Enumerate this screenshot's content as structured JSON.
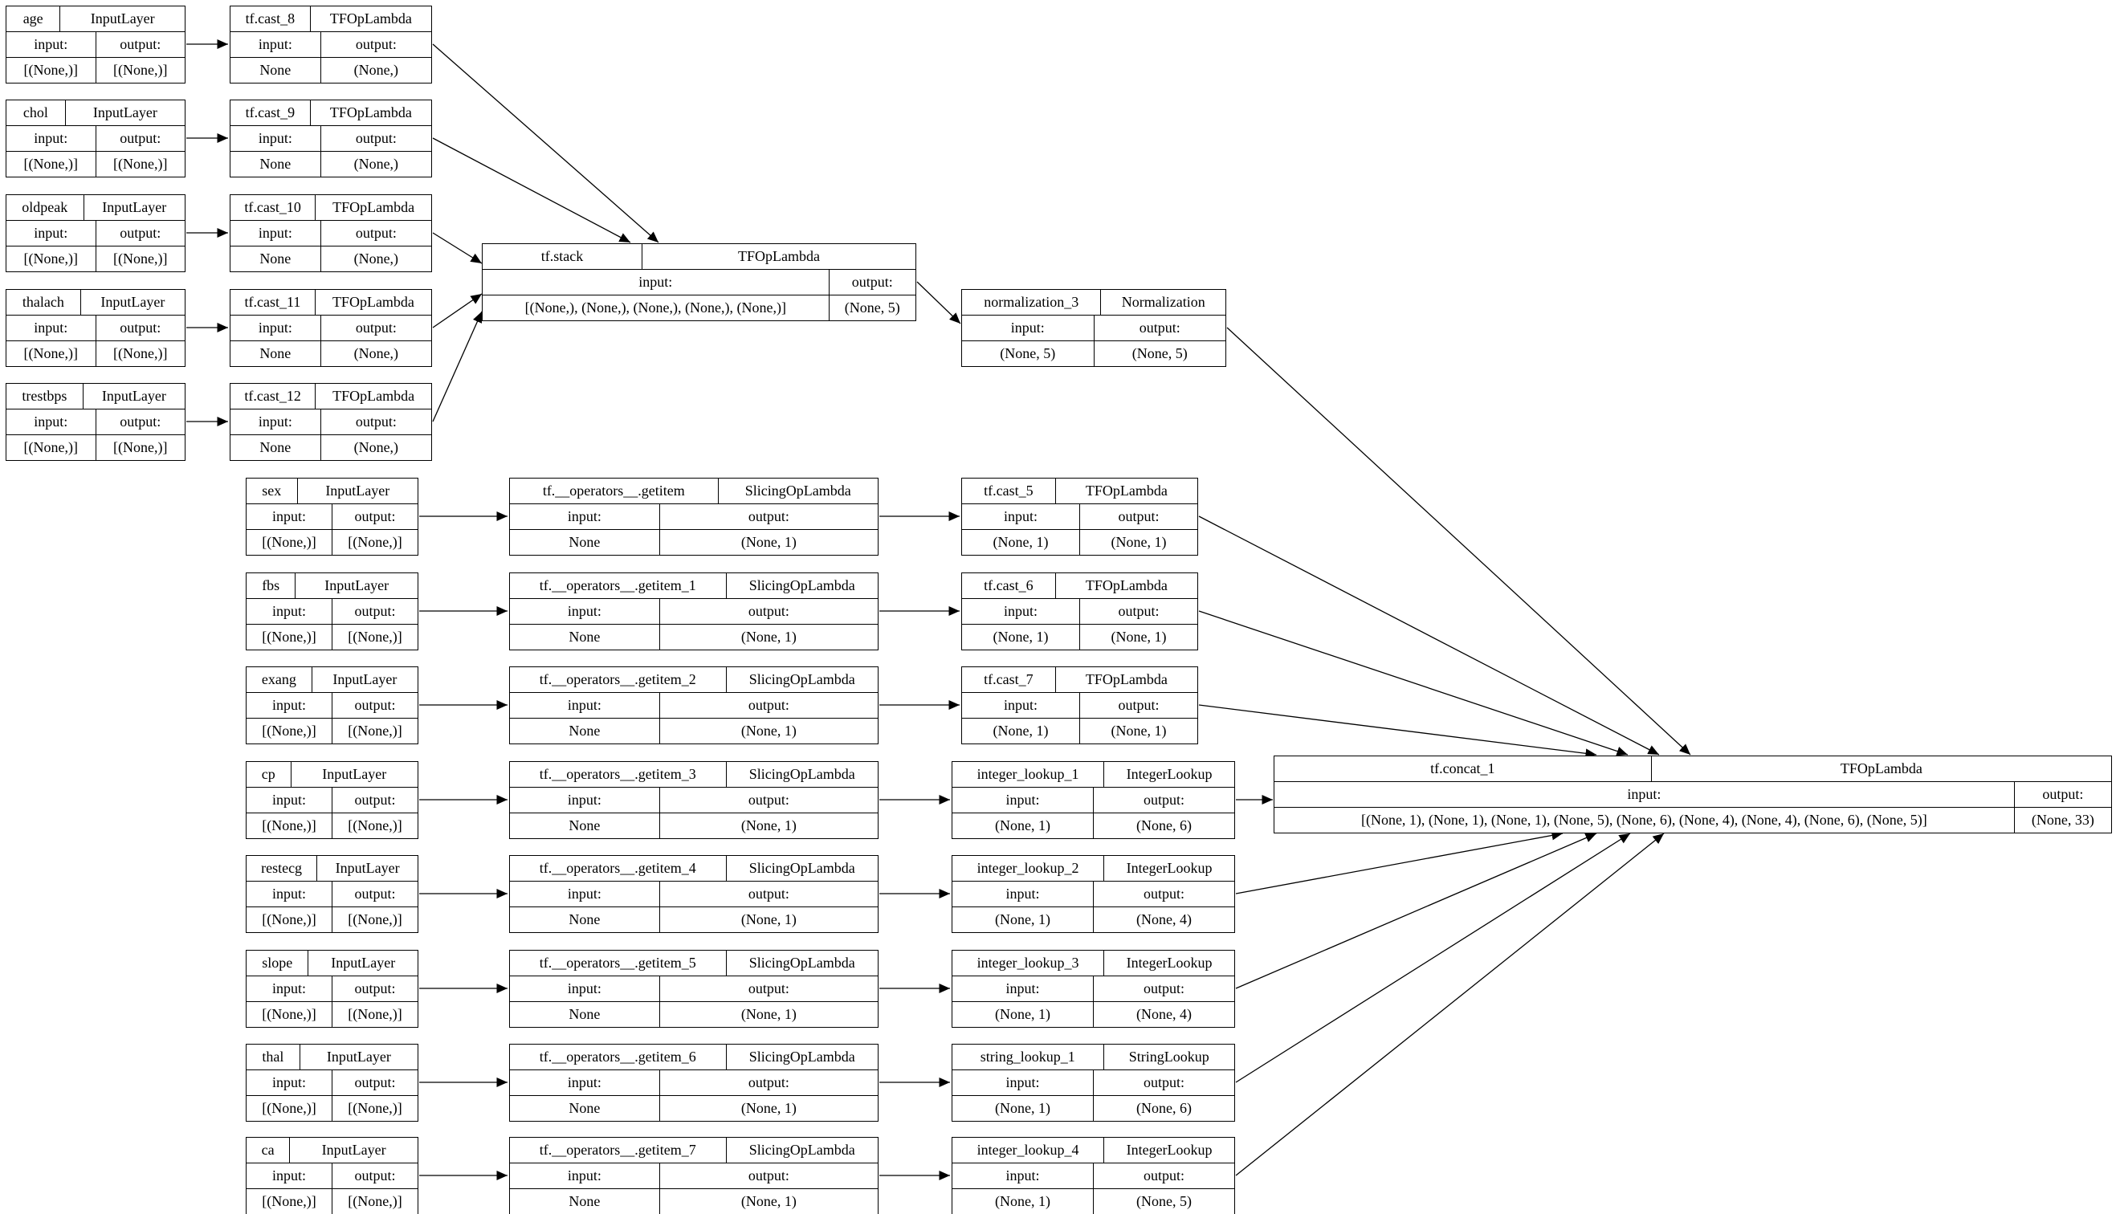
{
  "labels": {
    "input": "input:",
    "output": "output:"
  },
  "nodes": [
    {
      "id": "age",
      "name": "age",
      "type": "InputLayer",
      "input": "[(None,)]",
      "output": "[(None,)]"
    },
    {
      "id": "cast8",
      "name": "tf.cast_8",
      "type": "TFOpLambda",
      "input": "None",
      "output": "(None,)"
    },
    {
      "id": "chol",
      "name": "chol",
      "type": "InputLayer",
      "input": "[(None,)]",
      "output": "[(None,)]"
    },
    {
      "id": "cast9",
      "name": "tf.cast_9",
      "type": "TFOpLambda",
      "input": "None",
      "output": "(None,)"
    },
    {
      "id": "oldpeak",
      "name": "oldpeak",
      "type": "InputLayer",
      "input": "[(None,)]",
      "output": "[(None,)]"
    },
    {
      "id": "cast10",
      "name": "tf.cast_10",
      "type": "TFOpLambda",
      "input": "None",
      "output": "(None,)"
    },
    {
      "id": "thalach",
      "name": "thalach",
      "type": "InputLayer",
      "input": "[(None,)]",
      "output": "[(None,)]"
    },
    {
      "id": "cast11",
      "name": "tf.cast_11",
      "type": "TFOpLambda",
      "input": "None",
      "output": "(None,)"
    },
    {
      "id": "trestbps",
      "name": "trestbps",
      "type": "InputLayer",
      "input": "[(None,)]",
      "output": "[(None,)]"
    },
    {
      "id": "cast12",
      "name": "tf.cast_12",
      "type": "TFOpLambda",
      "input": "None",
      "output": "(None,)"
    },
    {
      "id": "stack",
      "name": "tf.stack",
      "type": "TFOpLambda",
      "input": "[(None,), (None,), (None,), (None,), (None,)]",
      "output": "(None, 5)"
    },
    {
      "id": "norm",
      "name": "normalization_3",
      "type": "Normalization",
      "input": "(None, 5)",
      "output": "(None, 5)"
    },
    {
      "id": "sex",
      "name": "sex",
      "type": "InputLayer",
      "input": "[(None,)]",
      "output": "[(None,)]"
    },
    {
      "id": "getitem",
      "name": "tf.__operators__.getitem",
      "type": "SlicingOpLambda",
      "input": "None",
      "output": "(None, 1)"
    },
    {
      "id": "cast5",
      "name": "tf.cast_5",
      "type": "TFOpLambda",
      "input": "(None, 1)",
      "output": "(None, 1)"
    },
    {
      "id": "fbs",
      "name": "fbs",
      "type": "InputLayer",
      "input": "[(None,)]",
      "output": "[(None,)]"
    },
    {
      "id": "getitem1",
      "name": "tf.__operators__.getitem_1",
      "type": "SlicingOpLambda",
      "input": "None",
      "output": "(None, 1)"
    },
    {
      "id": "cast6",
      "name": "tf.cast_6",
      "type": "TFOpLambda",
      "input": "(None, 1)",
      "output": "(None, 1)"
    },
    {
      "id": "exang",
      "name": "exang",
      "type": "InputLayer",
      "input": "[(None,)]",
      "output": "[(None,)]"
    },
    {
      "id": "getitem2",
      "name": "tf.__operators__.getitem_2",
      "type": "SlicingOpLambda",
      "input": "None",
      "output": "(None, 1)"
    },
    {
      "id": "cast7",
      "name": "tf.cast_7",
      "type": "TFOpLambda",
      "input": "(None, 1)",
      "output": "(None, 1)"
    },
    {
      "id": "cp",
      "name": "cp",
      "type": "InputLayer",
      "input": "[(None,)]",
      "output": "[(None,)]"
    },
    {
      "id": "getitem3",
      "name": "tf.__operators__.getitem_3",
      "type": "SlicingOpLambda",
      "input": "None",
      "output": "(None, 1)"
    },
    {
      "id": "il1",
      "name": "integer_lookup_1",
      "type": "IntegerLookup",
      "input": "(None, 1)",
      "output": "(None, 6)"
    },
    {
      "id": "restecg",
      "name": "restecg",
      "type": "InputLayer",
      "input": "[(None,)]",
      "output": "[(None,)]"
    },
    {
      "id": "getitem4",
      "name": "tf.__operators__.getitem_4",
      "type": "SlicingOpLambda",
      "input": "None",
      "output": "(None, 1)"
    },
    {
      "id": "il2",
      "name": "integer_lookup_2",
      "type": "IntegerLookup",
      "input": "(None, 1)",
      "output": "(None, 4)"
    },
    {
      "id": "slope",
      "name": "slope",
      "type": "InputLayer",
      "input": "[(None,)]",
      "output": "[(None,)]"
    },
    {
      "id": "getitem5",
      "name": "tf.__operators__.getitem_5",
      "type": "SlicingOpLambda",
      "input": "None",
      "output": "(None, 1)"
    },
    {
      "id": "il3",
      "name": "integer_lookup_3",
      "type": "IntegerLookup",
      "input": "(None, 1)",
      "output": "(None, 4)"
    },
    {
      "id": "thal",
      "name": "thal",
      "type": "InputLayer",
      "input": "[(None,)]",
      "output": "[(None,)]"
    },
    {
      "id": "getitem6",
      "name": "tf.__operators__.getitem_6",
      "type": "SlicingOpLambda",
      "input": "None",
      "output": "(None, 1)"
    },
    {
      "id": "sl1",
      "name": "string_lookup_1",
      "type": "StringLookup",
      "input": "(None, 1)",
      "output": "(None, 6)"
    },
    {
      "id": "ca",
      "name": "ca",
      "type": "InputLayer",
      "input": "[(None,)]",
      "output": "[(None,)]"
    },
    {
      "id": "getitem7",
      "name": "tf.__operators__.getitem_7",
      "type": "SlicingOpLambda",
      "input": "None",
      "output": "(None, 1)"
    },
    {
      "id": "il4",
      "name": "integer_lookup_4",
      "type": "IntegerLookup",
      "input": "(None, 1)",
      "output": "(None, 5)"
    },
    {
      "id": "concat",
      "name": "tf.concat_1",
      "type": "TFOpLambda",
      "input": "[(None, 1), (None, 1), (None, 1), (None, 5), (None, 6), (None, 4), (None, 4), (None, 6), (None, 5)]",
      "output": "(None, 33)"
    }
  ],
  "edges": [
    {
      "from": "age",
      "to": "cast8"
    },
    {
      "from": "chol",
      "to": "cast9"
    },
    {
      "from": "oldpeak",
      "to": "cast10"
    },
    {
      "from": "thalach",
      "to": "cast11"
    },
    {
      "from": "trestbps",
      "to": "cast12"
    },
    {
      "from": "cast8",
      "to": "stack"
    },
    {
      "from": "cast9",
      "to": "stack"
    },
    {
      "from": "cast10",
      "to": "stack"
    },
    {
      "from": "cast11",
      "to": "stack"
    },
    {
      "from": "cast12",
      "to": "stack"
    },
    {
      "from": "stack",
      "to": "norm"
    },
    {
      "from": "norm",
      "to": "concat"
    },
    {
      "from": "sex",
      "to": "getitem"
    },
    {
      "from": "getitem",
      "to": "cast5"
    },
    {
      "from": "cast5",
      "to": "concat"
    },
    {
      "from": "fbs",
      "to": "getitem1"
    },
    {
      "from": "getitem1",
      "to": "cast6"
    },
    {
      "from": "cast6",
      "to": "concat"
    },
    {
      "from": "exang",
      "to": "getitem2"
    },
    {
      "from": "getitem2",
      "to": "cast7"
    },
    {
      "from": "cast7",
      "to": "concat"
    },
    {
      "from": "cp",
      "to": "getitem3"
    },
    {
      "from": "getitem3",
      "to": "il1"
    },
    {
      "from": "il1",
      "to": "concat"
    },
    {
      "from": "restecg",
      "to": "getitem4"
    },
    {
      "from": "getitem4",
      "to": "il2"
    },
    {
      "from": "il2",
      "to": "concat"
    },
    {
      "from": "slope",
      "to": "getitem5"
    },
    {
      "from": "getitem5",
      "to": "il3"
    },
    {
      "from": "il3",
      "to": "concat"
    },
    {
      "from": "thal",
      "to": "getitem6"
    },
    {
      "from": "getitem6",
      "to": "sl1"
    },
    {
      "from": "sl1",
      "to": "concat"
    },
    {
      "from": "ca",
      "to": "getitem7"
    },
    {
      "from": "getitem7",
      "to": "il4"
    },
    {
      "from": "il4",
      "to": "concat"
    }
  ]
}
